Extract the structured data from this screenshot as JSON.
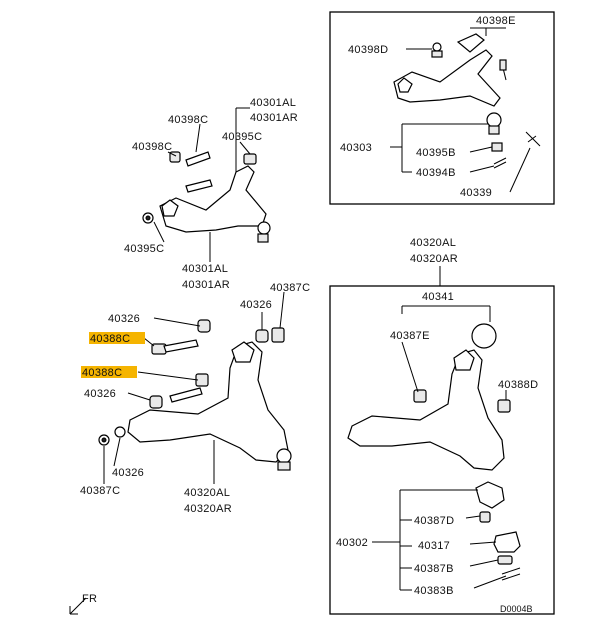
{
  "labels": {
    "upper_box_40398E": "40398E",
    "upper_box_40398D": "40398D",
    "upper_box_40303": "40303",
    "upper_box_40395B": "40395B",
    "upper_box_40394B": "40394B",
    "upper_box_40339": "40339",
    "upper_arm_AL": "40301AL",
    "upper_arm_AR": "40301AR",
    "upper_40398C": "40398C",
    "upper_40395C_top": "40395C",
    "upper_40398C_left": "40398C",
    "upper_40395C_bottom": "40395C",
    "upper_arm_bottom_AL": "40301AL",
    "upper_arm_bottom_AR": "40301AR",
    "lower_40326_a": "40326",
    "lower_40388C_a": "40388C",
    "lower_40388C_b": "40388C",
    "lower_40326_b": "40326",
    "lower_40326_c": "40326",
    "lower_40387C_top": "40387C",
    "lower_40326_d": "40326",
    "lower_40387C_bottom": "40387C",
    "lower_arm_AL": "40320AL",
    "lower_arm_AR": "40320AR",
    "lower_box_AL": "40320AL",
    "lower_box_AR": "40320AR",
    "lower_box_40341": "40341",
    "lower_box_40387E": "40387E",
    "lower_box_40388D": "40388D",
    "lower_box_40302": "40302",
    "lower_box_40387D": "40387D",
    "lower_box_40317": "40317",
    "lower_box_40387B": "40387B",
    "lower_box_40383B": "40383B",
    "fr": "FR",
    "diagram_code": "D0004B"
  },
  "colors": {
    "highlight": "#f5b400",
    "ink": "#000000"
  }
}
